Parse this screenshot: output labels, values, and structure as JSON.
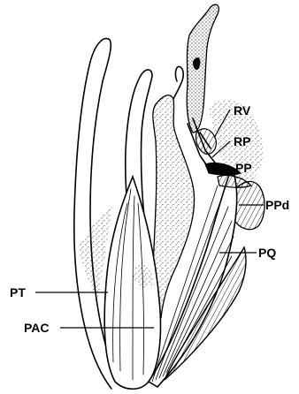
{
  "figure": {
    "labels": {
      "rv": "RV",
      "rp": "RP",
      "pp": "PP",
      "ppd": "PPd",
      "pq": "PQ",
      "pt": "PT",
      "pac": "PAC"
    }
  }
}
